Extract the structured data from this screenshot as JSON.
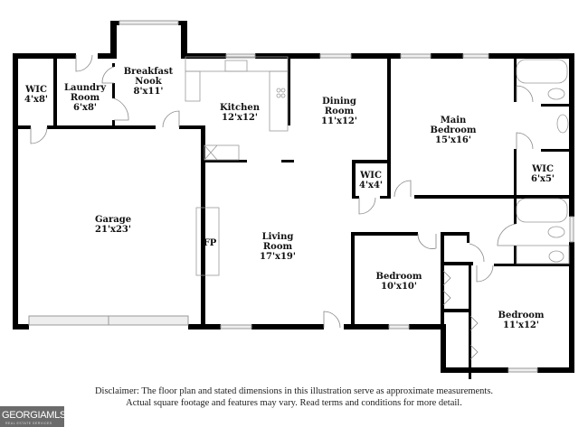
{
  "rooms": {
    "wic1": {
      "name": "WIC",
      "size": "4'x8'"
    },
    "laundry": {
      "name1": "Laundry",
      "name2": "Room",
      "size": "6'x8'"
    },
    "nook": {
      "name1": "Breakfast",
      "name2": "Nook",
      "size": "8'x11'"
    },
    "kitchen": {
      "name": "Kitchen",
      "size": "12'x12'"
    },
    "dining": {
      "name1": "Dining",
      "name2": "Room",
      "size": "11'x12'"
    },
    "main_bedroom": {
      "name1": "Main",
      "name2": "Bedroom",
      "size": "15'x16'"
    },
    "wic2": {
      "name": "WIC",
      "size": "4'x4'"
    },
    "wic3": {
      "name": "WIC",
      "size": "6'x5'"
    },
    "garage": {
      "name": "Garage",
      "size": "21'x23'"
    },
    "fireplace": {
      "name": "FP"
    },
    "living": {
      "name1": "Living",
      "name2": "Room",
      "size": "17'x19'"
    },
    "bedroom2": {
      "name": "Bedroom",
      "size": "10'x10'"
    },
    "bedroom3": {
      "name": "Bedroom",
      "size": "11'x12'"
    }
  },
  "disclaimer": {
    "line1": "Disclaimer: The floor plan and stated dimensions in this illustration serve as approximate measurements.",
    "line2": "Actual square footage and features may vary. Read terms and conditions for more detail."
  },
  "logo": {
    "text": "GEORGIAMLS",
    "sub": "REAL ESTATE SERVICES"
  },
  "colors": {
    "wall": "#000000",
    "fixture": "#999999",
    "logo_bg": "#6b6b6b"
  }
}
